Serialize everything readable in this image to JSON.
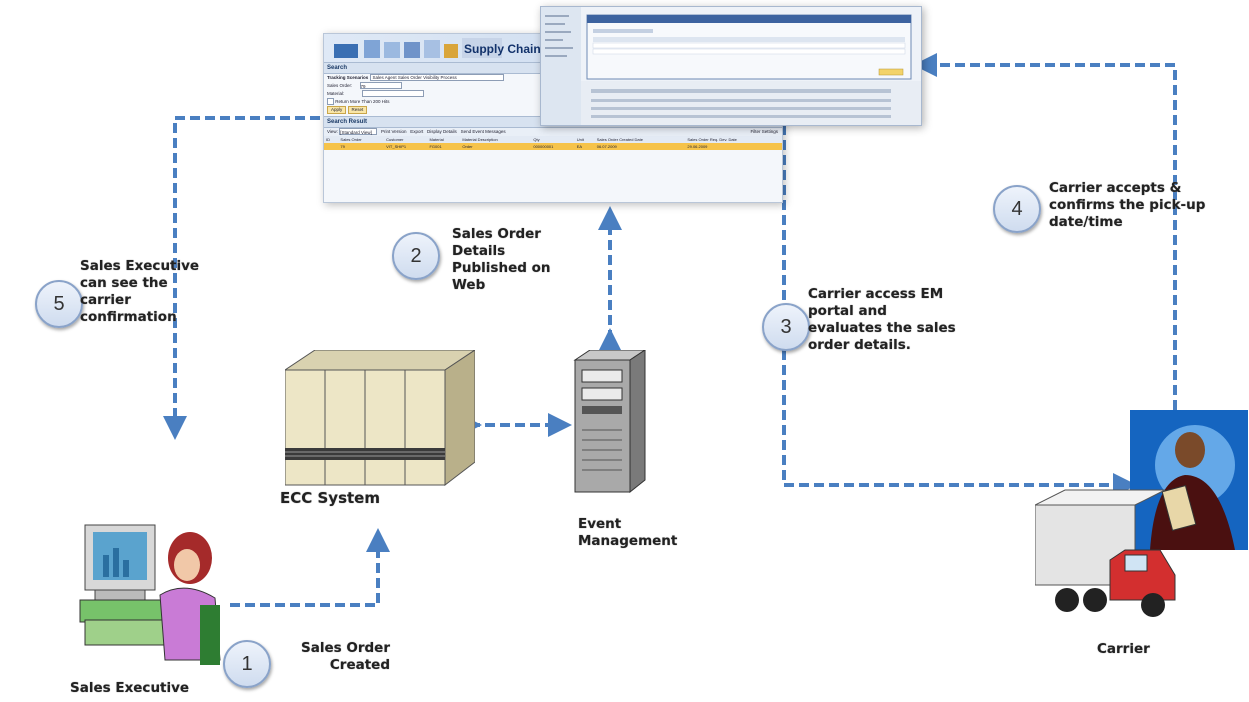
{
  "steps": [
    {
      "num": "1",
      "lines": [
        "Sales Order",
        "Created"
      ]
    },
    {
      "num": "2",
      "lines": [
        "Sales Order",
        "Details",
        "Published on",
        "Web"
      ]
    },
    {
      "num": "3",
      "lines": [
        "Carrier access EM",
        "portal and",
        "evaluates the sales",
        "order details."
      ]
    },
    {
      "num": "4",
      "lines": [
        "Carrier  accepts &",
        "confirms the pick-up",
        "date/time"
      ]
    },
    {
      "num": "5",
      "lines": [
        "Sales Executive",
        "can see the",
        "carrier",
        "confirmation"
      ]
    }
  ],
  "nodes": {
    "ecc": "ECC System",
    "em_line1": "Event",
    "em_line2": "Management",
    "sales_exec": "Sales Executive",
    "carrier": "Carrier"
  },
  "sap_window": {
    "banner": "Supply Chain Event",
    "search_title": "Search",
    "tracking_label": "Tracking Scenarios",
    "tracking_value": "Sales Agent Sales Order Visibility Process",
    "sales_order_label": "Sales Order:",
    "sales_order_value": "79",
    "material_label": "Material:",
    "return_label": "Return More Than 200 Hits",
    "apply": "Apply",
    "reset": "Reset",
    "result_title": "Search Result",
    "toolbar": [
      "View:",
      "[Standard View]",
      "Print Version",
      "Export",
      "Display Details",
      "Send Event Messages",
      "Filter",
      "Settings"
    ],
    "columns": [
      "ID",
      "Sales Order",
      "Customer",
      "Material",
      "Material Description",
      "Qty",
      "Unit",
      "Sales Order Created Date",
      "Sales Order Req. Dev. Date"
    ],
    "row": [
      "",
      "79",
      "VIT_SHIP1",
      "FG001",
      "Order",
      "000000001",
      "EA",
      "06.07.2009",
      "29.06.2009"
    ]
  },
  "colors": {
    "arrow": "#4a7fc1",
    "step_border": "#8aa3c9",
    "highlight_row": "#f6c34a"
  }
}
